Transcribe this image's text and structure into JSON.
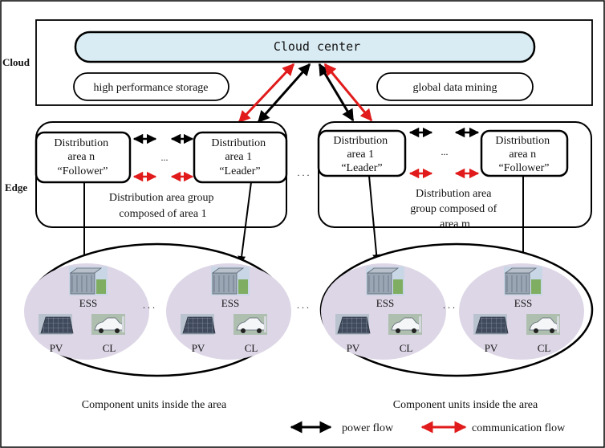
{
  "labels": {
    "cloud": "Cloud",
    "edge": "Edge",
    "cloud_center": "Cloud center",
    "storage": "high performance storage",
    "mining": "global data mining",
    "ellipsis": "...",
    "ellipsis_spaced": ". . ."
  },
  "groups": [
    {
      "caption": [
        "Distribution area group",
        "composed of area 1"
      ],
      "left_box": [
        "Distribution",
        "area n",
        "“Follower”"
      ],
      "right_box": [
        "Distribution",
        "area 1",
        "“Leader”"
      ]
    },
    {
      "caption": [
        "Distribution area",
        "group composed of",
        "area m"
      ],
      "left_box": [
        "Distribution",
        "area 1",
        "“Leader”"
      ],
      "right_box": [
        "Distribution",
        "area n",
        "“Follower”"
      ]
    }
  ],
  "units": {
    "ess": "ESS",
    "pv": "PV",
    "cl": "CL",
    "caption_left": "Component units inside the area",
    "caption_right": "Component units inside the  area"
  },
  "legend": {
    "power": "power flow",
    "communication": "communication flow"
  },
  "colors": {
    "power_flow": "#000000",
    "communication_flow": "#e11b1b",
    "cloud_center_fill": "#d9ecf3",
    "unit_ellipse_fill": "#ddd6e6"
  }
}
